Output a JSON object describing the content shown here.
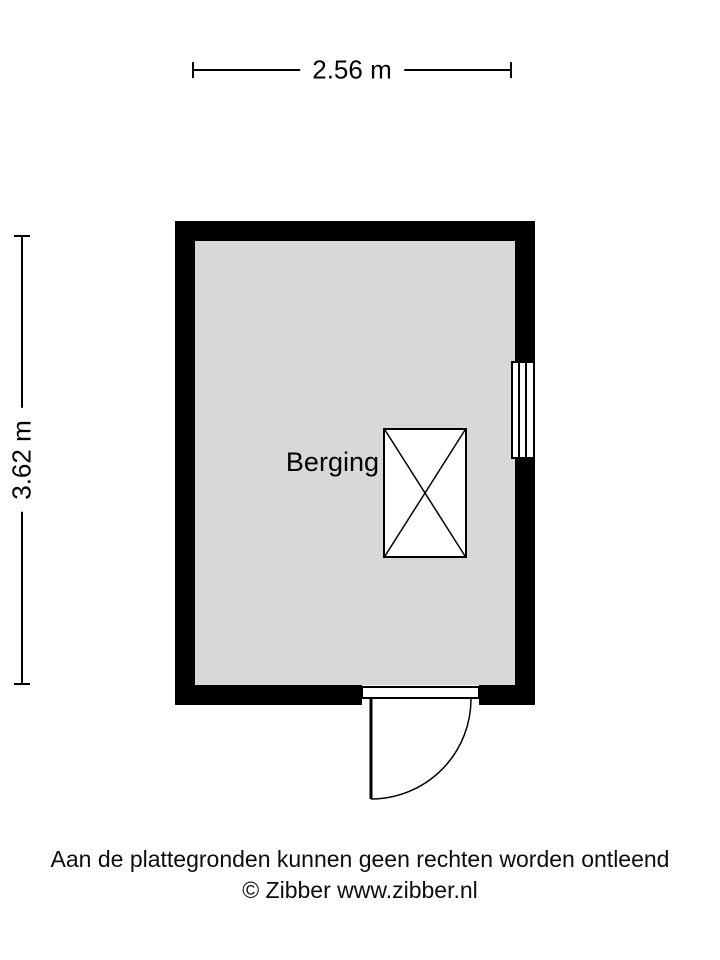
{
  "page": {
    "background_color": "#ffffff"
  },
  "dimension_annotations": {
    "width": {
      "label": "2.56 m"
    },
    "height": {
      "label": "3.62 m"
    }
  },
  "floorplan": {
    "room": {
      "name": "Berging"
    },
    "symbols": {
      "window": "window in right wall",
      "roof_window": "roof window (rectangle with cross) in room center",
      "door": "door in bottom wall with outward swing arc"
    },
    "colors": {
      "wall": "#000000",
      "floor": "#d8d8d8"
    }
  },
  "footer": {
    "disclaimer": "Aan de plattegronden kunnen geen rechten worden ontleend",
    "copyright": "© Zibber www.zibber.nl"
  }
}
